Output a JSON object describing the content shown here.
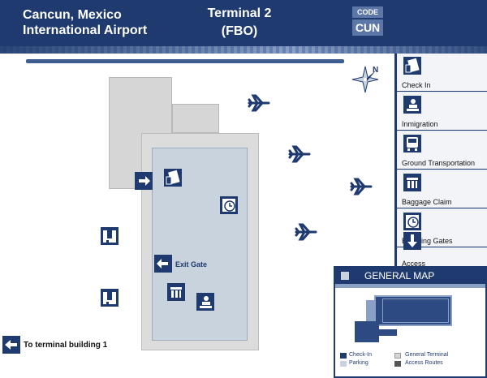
{
  "header": {
    "airport_line1": "Cancun, Mexico",
    "airport_line2": "International Airport",
    "terminal_line1": "Terminal 2",
    "terminal_line2": "(FBO)",
    "code_label": "CODE",
    "code_value": "CUN"
  },
  "map": {
    "exit_gate_label": "Exit Gate",
    "to_terminal_label": "To terminal building 1",
    "compass_letter": "N"
  },
  "sidebar": {
    "items": [
      {
        "label": "Check In",
        "icon": "check-in-icon"
      },
      {
        "label": "Inmigration",
        "icon": "immigration-icon"
      },
      {
        "label": "Ground Transportation",
        "icon": "bus-icon"
      },
      {
        "label": "Baggage Claim",
        "icon": "baggage-claim-icon"
      },
      {
        "label": "Boarding Gates",
        "icon": "clock-icon"
      },
      {
        "label": "Access",
        "icon": "arrow-down-icon"
      }
    ]
  },
  "general_map": {
    "title": "GENERAL MAP",
    "legend": {
      "check_in": "Check-In",
      "parking": "Parking",
      "general_terminal": "General Terminal",
      "access_routes": "Access Routes"
    }
  },
  "colors": {
    "primary": "#1e3a6e",
    "terminal_fill": "#c9d3de",
    "building_fill": "#d6d6d6"
  }
}
